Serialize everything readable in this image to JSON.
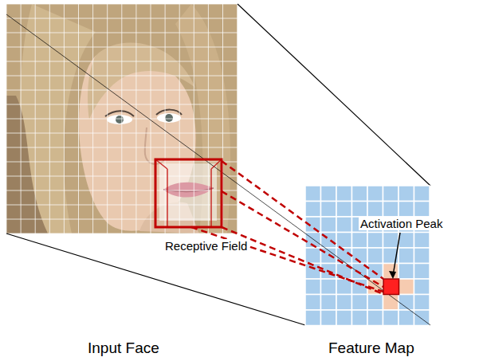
{
  "diagram": {
    "labels": [
      "Receptive Field",
      "Activation Peak",
      "Input Face",
      "Feature Map"
    ]
  }
}
